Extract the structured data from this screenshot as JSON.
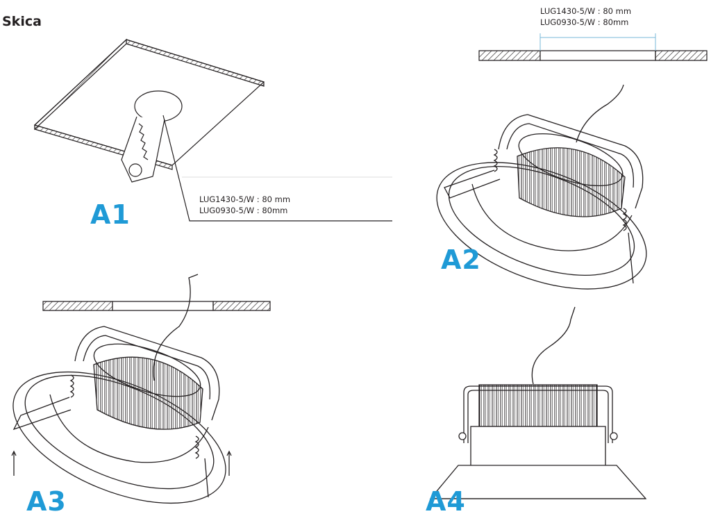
{
  "title": "Skica",
  "a1": {
    "label": "A1",
    "note_line1": "LUG1430-5/W : 80 mm",
    "note_line2": "LUG0930-5/W : 80mm"
  },
  "a2": {
    "label": "A2",
    "note_line1": "LUG1430-5/W : 80 mm",
    "note_line2": "LUG0930-5/W : 80mm"
  },
  "a3": {
    "label": "A3"
  },
  "a4": {
    "label": "A4"
  },
  "colors": {
    "label_blue": "#1f9ad6",
    "line": "#231f20",
    "dimension": "#7ab8d9"
  }
}
